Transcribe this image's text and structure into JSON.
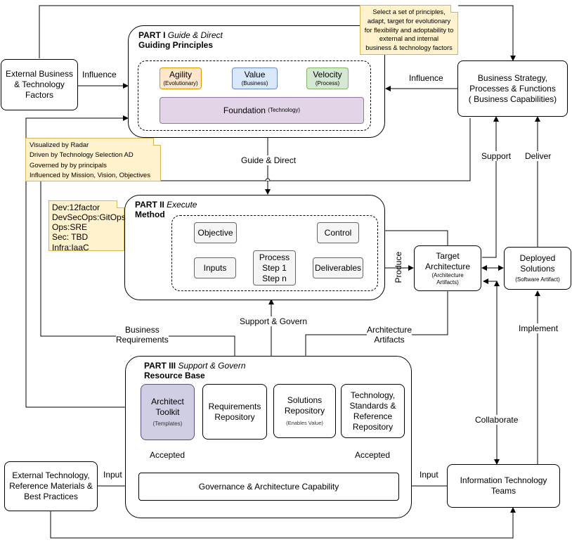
{
  "part1": {
    "title_bold": "PART I",
    "title_italic": "Guide & Direct",
    "subtitle": "Guiding Principles",
    "agility": "Agility",
    "agility_sub": "(Evolutionary)",
    "value": "Value",
    "value_sub": "(Business)",
    "velocity": "Velocity",
    "velocity_sub": "(Process)",
    "foundation": "Foundation",
    "foundation_sub": "(Technology)"
  },
  "part2": {
    "title_bold": "PART II",
    "title_italic": "Execute",
    "subtitle": "Method",
    "objective": "Objective",
    "control": "Control",
    "inputs": "Inputs",
    "process_l1": "Process",
    "process_l2": "Step 1",
    "process_l3": "Step n",
    "deliverables": "Deliverables"
  },
  "part3": {
    "title_bold": "PART III",
    "title_italic": "Support & Govern",
    "subtitle": "Resource Base",
    "toolkit_l1": "Architect",
    "toolkit_l2": "Toolkit",
    "toolkit_sub": "(Templates)",
    "requirements_l1": "Requirements",
    "requirements_l2": "Repository",
    "solutions_l1": "Solutions",
    "solutions_l2": "Repository",
    "solutions_sub": "(Enables Value)",
    "tech_l1": "Technology,",
    "tech_l2": "Standards &",
    "tech_l3": "Reference",
    "tech_l4": "Repository",
    "governance": "Governance & Architecture Capability"
  },
  "external": {
    "biz_l1": "External Business",
    "biz_l2": "& Technology",
    "biz_l3": "Factors",
    "tech_l1": "External Technology,",
    "tech_l2": "Reference Materials &",
    "tech_l3": "Best Practices"
  },
  "strategy": {
    "l1": "Business Strategy,",
    "l2": "Processes & Functions",
    "l3": "( Business Capabilities)"
  },
  "target": {
    "l1": "Target",
    "l2": "Architecture",
    "sub_l1": "(Architecture",
    "sub_l2": "Artifacts)"
  },
  "deployed": {
    "l1": "Deployed",
    "l2": "Solutions",
    "sub": "(Software Artifact)"
  },
  "it_teams": {
    "l1": "Information Technology",
    "l2": "Teams"
  },
  "labels": {
    "influence_left": "Influence",
    "influence_right": "Influence",
    "guide_direct": "Guide & Direct",
    "support_govern": "Support & Govern",
    "business_req_l1": "Business",
    "business_req_l2": "Requirements",
    "arch_artifacts_l1": "Architecture",
    "arch_artifacts_l2": "Artifacts",
    "produce": "Produce",
    "support": "Support",
    "deliver": "Deliver",
    "implement": "Implement",
    "collaborate": "Collaborate",
    "accepted_left": "Accepted",
    "accepted_right": "Accepted",
    "input_left": "Input",
    "input_right": "Input"
  },
  "notes": {
    "principles": [
      "Select a set of principles,",
      "adapt, target for evolutionary",
      "for flexibility and adoptability to",
      "external and internal",
      "business & technology factors"
    ],
    "radar": [
      "Visualized by Radar",
      "Driven by Technology Selection AD",
      "Governed by by principals",
      "Influenced by Mission, Vision, Objectives"
    ],
    "method": [
      "Dev:12factor",
      "DevSecOps:GitOps",
      "Ops:SRE",
      "Sec: TBD",
      "Infra:IaaC"
    ]
  },
  "colors": {
    "agility_fill": "#ffe6cc",
    "agility_stroke": "#d79b00",
    "value_fill": "#dae8fc",
    "value_stroke": "#6c8ebf",
    "velocity_fill": "#d5e8d4",
    "velocity_stroke": "#82b366",
    "foundation_fill": "#e1d5e7",
    "foundation_stroke": "#9673a6",
    "toolkit_fill": "#d0cee2",
    "toolkit_stroke": "#56517e",
    "note_fill": "#fff2cc",
    "note_stroke": "#d6b656"
  }
}
